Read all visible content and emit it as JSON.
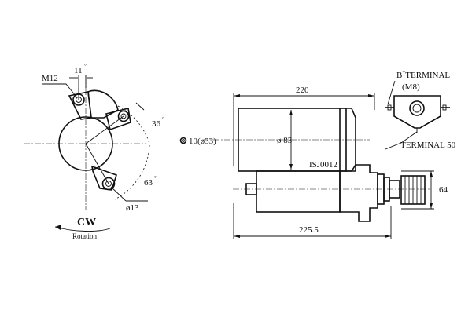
{
  "labels": {
    "m12": "M12",
    "angle_11": "11",
    "angle_36": "36",
    "angle_63": "63",
    "degree": "°",
    "dia_13": "ø13",
    "cw": "CW",
    "rotation": "Rotation",
    "dim_220": "220",
    "dim_225_5": "225.5",
    "dim_64": "64",
    "dia_83": "ø 83",
    "gear_teeth": "10(ø33)",
    "part_no": "ISJ0012",
    "b_terminal_b": "B",
    "b_terminal_rest": "TERMINAL",
    "b_terminal_plus": "+",
    "m8": "(M8)",
    "terminal_50": "TERMINAL 50"
  }
}
